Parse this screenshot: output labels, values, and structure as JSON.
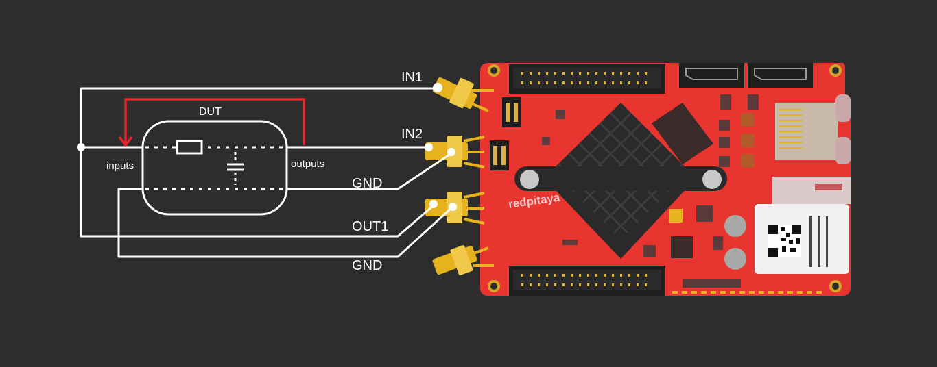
{
  "labels": {
    "dut": "DUT",
    "inputs": "inputs",
    "outputs": "outputs",
    "in1": "IN1",
    "in2": "IN2",
    "gnd_top": "GND",
    "out1": "OUT1",
    "gnd_bottom": "GND",
    "board_brand": "redpitaya"
  },
  "colors": {
    "background": "#2d2d2d",
    "wire": "#ffffff",
    "feedback_arrow": "#e8252a",
    "board": "#e8352f",
    "connector": "#e6b21e",
    "heatsink": "#2a2a2a"
  },
  "icons": {
    "resistor": "resistor-icon",
    "capacitor": "capacitor-icon",
    "qr": "qr-code-icon"
  }
}
